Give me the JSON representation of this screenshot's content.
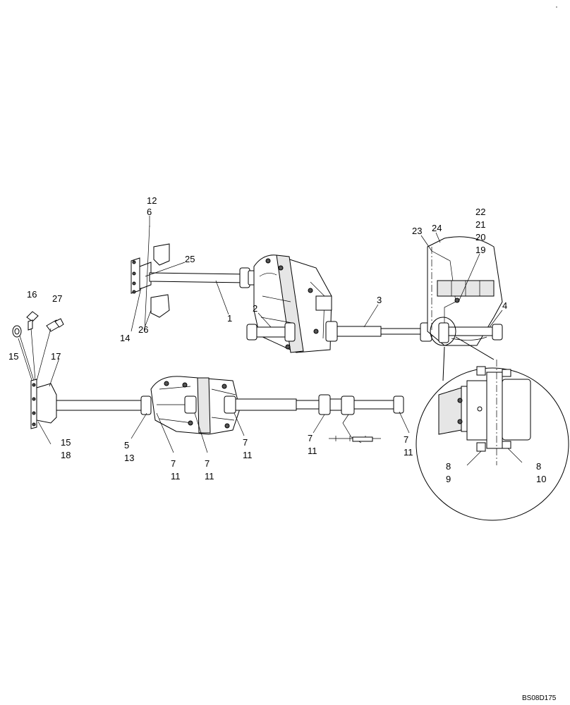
{
  "drawing": {
    "reference_code": "BS08D175",
    "callouts": [
      {
        "text": "12"
      },
      {
        "text": "6"
      },
      {
        "text": "25"
      },
      {
        "text": "1"
      },
      {
        "text": "14"
      },
      {
        "text": "26"
      },
      {
        "text": "2"
      },
      {
        "text": "3"
      },
      {
        "text": "23"
      },
      {
        "text": "24"
      },
      {
        "text": "22"
      },
      {
        "text": "21"
      },
      {
        "text": "20"
      },
      {
        "text": "19"
      },
      {
        "text": "4"
      },
      {
        "text": "16"
      },
      {
        "text": "27"
      },
      {
        "text": "15"
      },
      {
        "text": "17"
      },
      {
        "text": "15"
      },
      {
        "text": "18"
      },
      {
        "text": "5"
      },
      {
        "text": "13"
      },
      {
        "text": "7"
      },
      {
        "text": "11"
      },
      {
        "text": "7"
      },
      {
        "text": "11"
      },
      {
        "text": "7"
      },
      {
        "text": "11"
      },
      {
        "text": "7"
      },
      {
        "text": "11"
      },
      {
        "text": "7"
      },
      {
        "text": "11"
      },
      {
        "text": "8"
      },
      {
        "text": "9"
      },
      {
        "text": "8"
      },
      {
        "text": "10"
      }
    ]
  }
}
